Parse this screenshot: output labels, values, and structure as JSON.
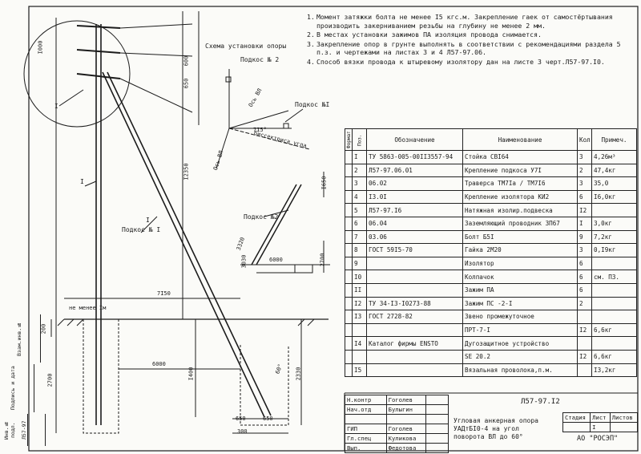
{
  "notes": [
    {
      "num": "1.",
      "text": "Момент затяжки болта не менее I5 кгс.м. Закрепление гаек от самостёртывания производить закерниванием резьбы на глубину не менее 2 мм."
    },
    {
      "num": "2.",
      "text": "В местах установки зажимов ПА изоляция провода снимается."
    },
    {
      "num": "3.",
      "text": "Закрепление опор в грунте выполнять в соответствии с рекомендациями раздела 5 п.з. и чертежами на листах 3 и 4 Л57-97.06."
    },
    {
      "num": "4.",
      "text": "Способ вязки провода к штыревому изолятору дан на листе 3 черт.Л57-97.I0."
    }
  ],
  "spec": {
    "headers": {
      "format": "Формат",
      "pos": "Поз.",
      "designation": "Обозначение",
      "name": "Наименование",
      "qty": "Кол.",
      "note": "Примеч."
    },
    "rows": [
      {
        "pos": "I",
        "designation": "ТУ 5863-005-00II3557-94",
        "name": "Стойка СВI64",
        "qty": "3",
        "note": "4,26м³"
      },
      {
        "pos": "2",
        "designation": "Л57-97.06.01",
        "name": "Крепление подкоса У7I",
        "qty": "2",
        "note": "47,4кг"
      },
      {
        "pos": "3",
        "designation": "06.02",
        "name": "Траверса ТМ7Iа / ТМ7I6",
        "qty": "3",
        "note": "35,0"
      },
      {
        "pos": "4",
        "designation": "I3.0I",
        "name": "Крепление изолятора КИ2",
        "qty": "6",
        "note": "I6,0кг"
      },
      {
        "pos": "5",
        "designation": "Л57-97.I6",
        "name": "Натяжная изолир.подвеска",
        "qty": "I2",
        "note": ""
      },
      {
        "pos": "6",
        "designation": "06.04",
        "name": "Заземляющий проводник ЗП67",
        "qty": "I",
        "note": "3,0кг"
      },
      {
        "pos": "7",
        "designation": "03.06",
        "name": "Болт Б5I",
        "qty": "9",
        "note": "7,2кг"
      },
      {
        "pos": "8",
        "designation": "ГОСТ 59I5-70",
        "name": "Гайка 2М20",
        "qty": "3",
        "note": "0,I9кг"
      },
      {
        "pos": "9",
        "designation": "",
        "name": "Изолятор",
        "qty": "6",
        "note": ""
      },
      {
        "pos": "I0",
        "designation": "",
        "name": "Колпачок",
        "qty": "6",
        "note": "см. ПЗ."
      },
      {
        "pos": "II",
        "designation": "",
        "name": "Зажим ПА",
        "qty": "6",
        "note": ""
      },
      {
        "pos": "I2",
        "designation": "ТУ 34-I3-I0273-88",
        "name": "Зажим ПС -2-I",
        "qty": "2",
        "note": ""
      },
      {
        "pos": "I3",
        "designation": "ГОСТ 2728-82",
        "name": "Звено промежуточное",
        "qty": "",
        "note": ""
      },
      {
        "pos": "",
        "designation": "",
        "name": "ПРТ-7-I",
        "qty": "I2",
        "note": "6,6кг"
      },
      {
        "pos": "I4",
        "designation": "Каталог фирмы ENSTO",
        "name": "Дугозащитное устройство",
        "qty": "",
        "note": ""
      },
      {
        "pos": "",
        "designation": "",
        "name": "SE 20.2",
        "qty": "I2",
        "note": "6,6кг"
      },
      {
        "pos": "I5",
        "designation": "",
        "name": "Вязальная проволока,п.м.",
        "qty": "",
        "note": "I3,2кг"
      }
    ]
  },
  "drawing": {
    "scheme_title": "Схема установки опоры",
    "brace2": "Подкос № 2",
    "brace1": "Подкос №I",
    "axis_vl": "Ось ВЛ",
    "axis_vl2": "Ось ВЛ",
    "angle": "7I5°",
    "bisector": "биссектриса угла",
    "pole_label": "I",
    "brace1_main": "Подкос № I",
    "brace2_side": "Подкос №2",
    "min_label": "не менее Iм",
    "dims": {
      "d1000": "I000",
      "d600": "600",
      "d650": "650",
      "d12350": "I2350",
      "d7150": "7I50",
      "d6000": "6000",
      "d1400": "I400",
      "d2700": "2700",
      "d2330": "2330",
      "d200": "200",
      "d300": "300",
      "d650b": "650",
      "d650c": "650",
      "d3320": "3320",
      "d3030": "3030",
      "d6000b": "6000",
      "d2700b": "2700",
      "d1650": "I650",
      "d60": "60°"
    }
  },
  "stamp": {
    "doc_number": "Л57-97.I2",
    "rows": [
      {
        "role": "Н.контр",
        "name": "Гоголев"
      },
      {
        "role": "Нач.отд",
        "name": "Булыгин"
      },
      {
        "role": "",
        "name": ""
      },
      {
        "role": "ГИП",
        "name": "Гоголев"
      },
      {
        "role": "Гл.спец",
        "name": "Куликова"
      },
      {
        "role": "Вып.",
        "name": "Федотова"
      }
    ],
    "title": "Угловая анкерная опора УАДтБI0-4 на угол поворота ВЛ до 60°",
    "stage": "Стадия",
    "sheet": "Лист",
    "sheets": "Листов",
    "sheet_num": "I",
    "org": "АО \"РОСЭП\""
  },
  "side_strip": [
    "Инв.№ подл.",
    "Подпись и дата",
    "Взам.инв.№",
    "Л57-97"
  ]
}
